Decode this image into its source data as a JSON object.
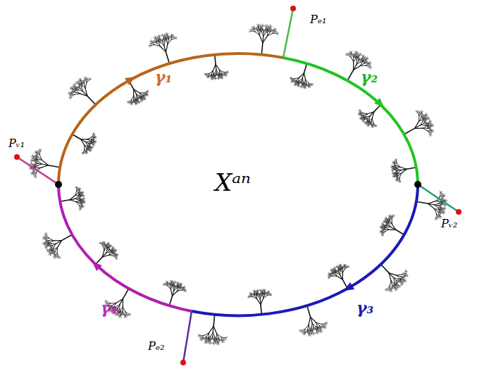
{
  "diagram": {
    "labels": [
      "γ₁",
      "γ₂",
      "γ₃",
      "γ₄",
      "Xᵃⁿ",
      "Pᵥ₁",
      "Pᵥ₂",
      "Pₑ₁",
      "Pₑ₂"
    ]
  }
}
